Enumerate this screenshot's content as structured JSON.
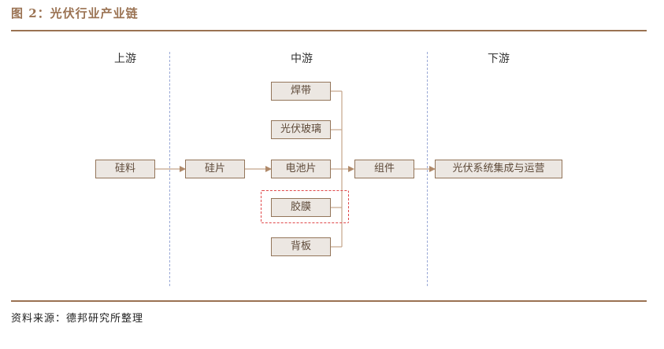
{
  "figure": {
    "title": "图 2：光伏行业产业链",
    "source": "资料来源：德邦研究所整理"
  },
  "columns": {
    "upstream": "上游",
    "midstream": "中游",
    "downstream": "下游"
  },
  "nodes": {
    "silicon_material": "硅料",
    "silicon_wafer": "硅片",
    "cell": "电池片",
    "ribbon": "焊带",
    "pv_glass": "光伏玻璃",
    "encapsulant_film": "胶膜",
    "backsheet": "背板",
    "module": "组件",
    "pv_system": "光伏系统集成与运营"
  },
  "colors": {
    "accent": "#9a7252",
    "box_fill": "#ece7e2",
    "box_border": "#93755a",
    "connector": "#c4a58a",
    "divider": "#9aa9d6",
    "highlight": "#e0484a"
  }
}
